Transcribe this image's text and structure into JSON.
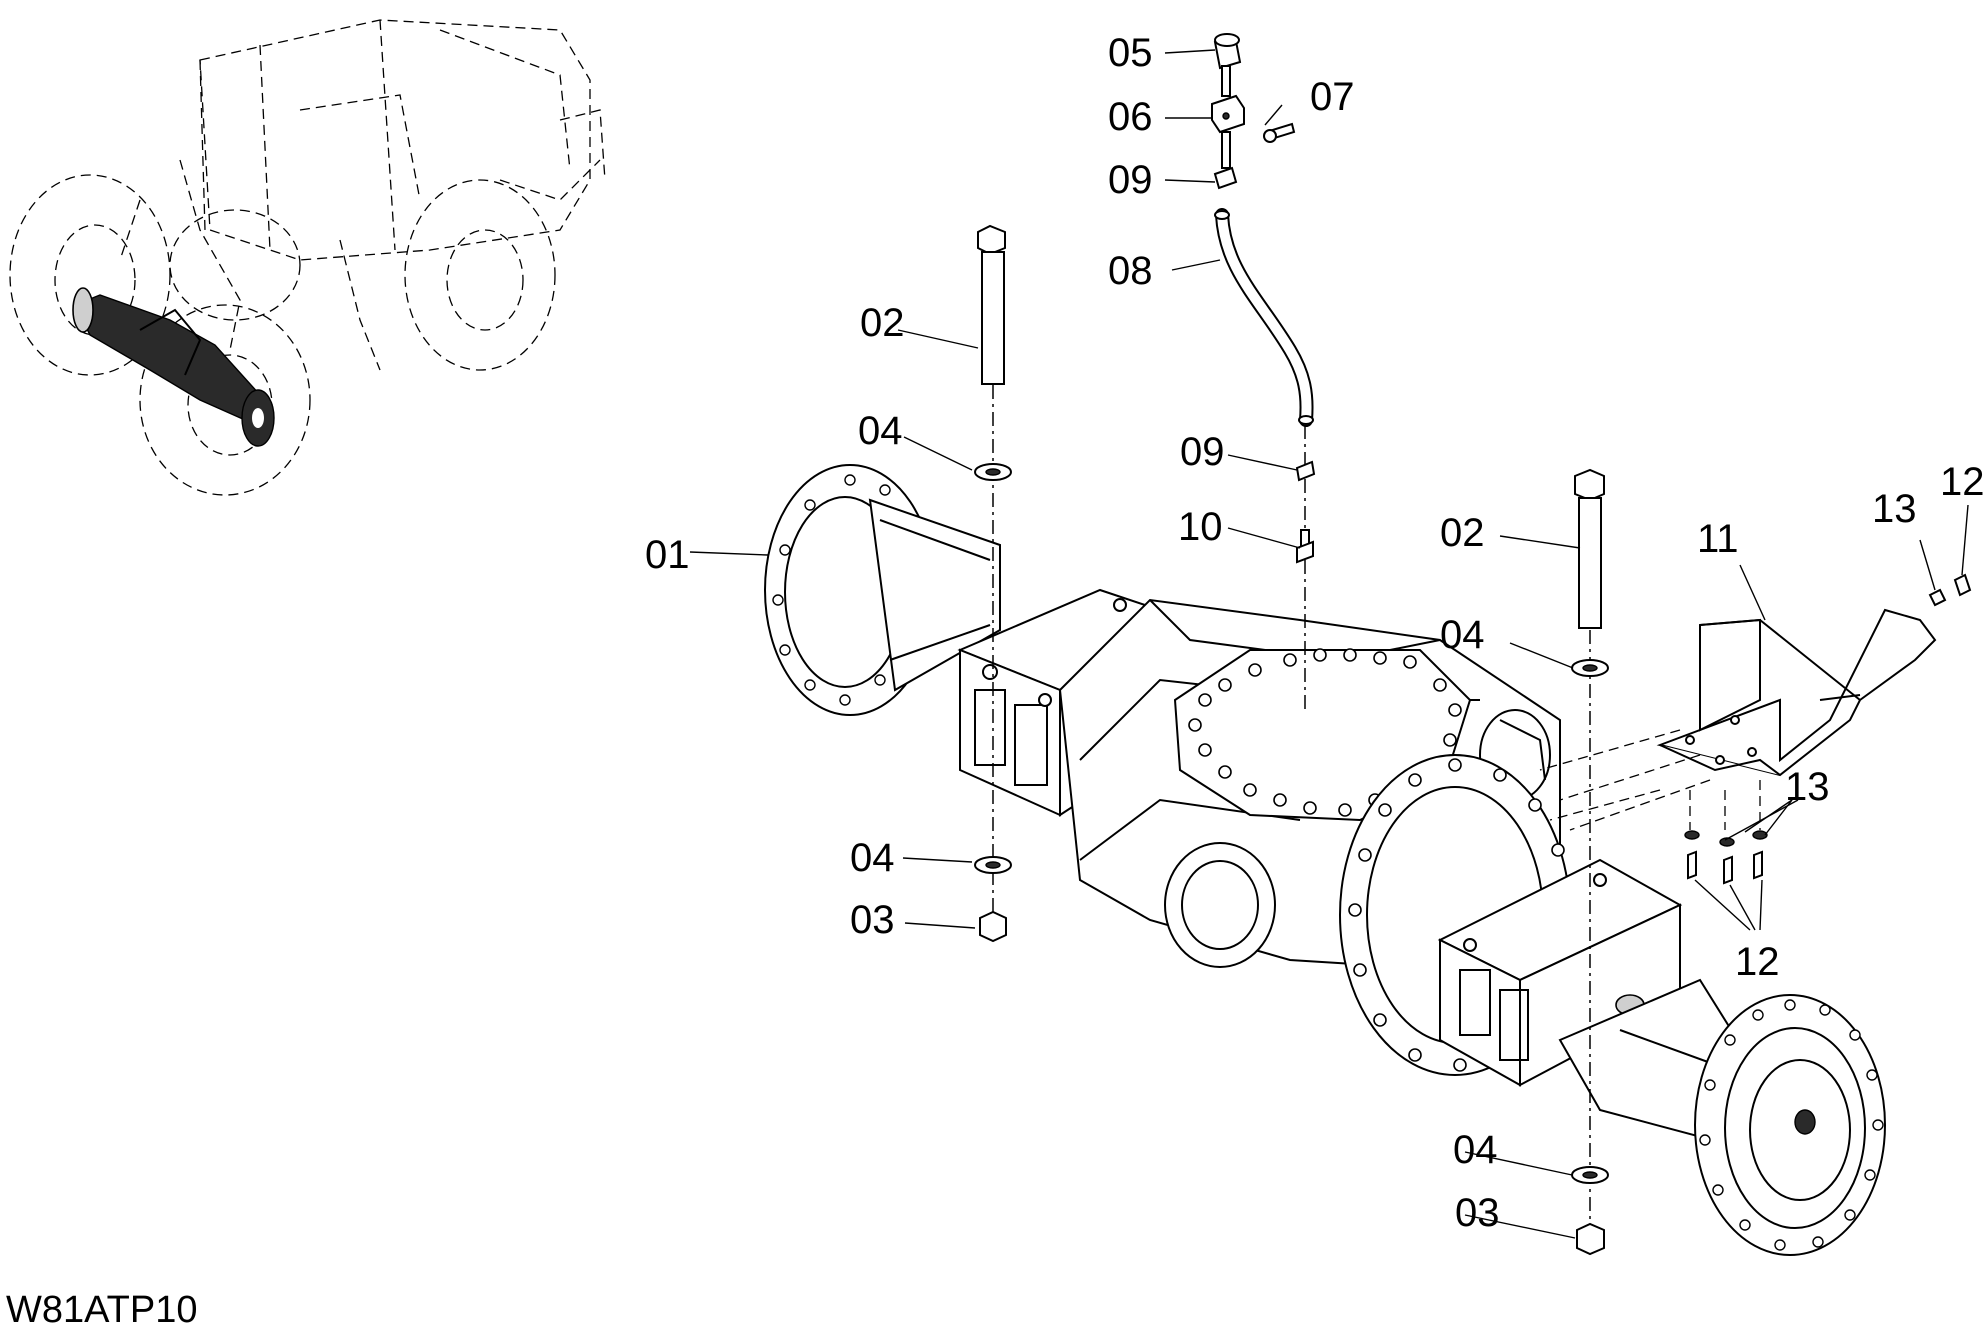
{
  "drawing_code": "W81ATP10",
  "callouts": [
    {
      "id": "c01",
      "text": "01"
    },
    {
      "id": "c02a",
      "text": "02"
    },
    {
      "id": "c02b",
      "text": "02"
    },
    {
      "id": "c03a",
      "text": "03"
    },
    {
      "id": "c03b",
      "text": "03"
    },
    {
      "id": "c04a",
      "text": "04"
    },
    {
      "id": "c04b",
      "text": "04"
    },
    {
      "id": "c04c",
      "text": "04"
    },
    {
      "id": "c04d",
      "text": "04"
    },
    {
      "id": "c05",
      "text": "05"
    },
    {
      "id": "c06",
      "text": "06"
    },
    {
      "id": "c07",
      "text": "07"
    },
    {
      "id": "c08",
      "text": "08"
    },
    {
      "id": "c09a",
      "text": "09"
    },
    {
      "id": "c09b",
      "text": "09"
    },
    {
      "id": "c10",
      "text": "10"
    },
    {
      "id": "c11",
      "text": "11"
    },
    {
      "id": "c12a",
      "text": "12"
    },
    {
      "id": "c12b",
      "text": "12"
    },
    {
      "id": "c13a",
      "text": "13"
    },
    {
      "id": "c13b",
      "text": "13"
    }
  ]
}
